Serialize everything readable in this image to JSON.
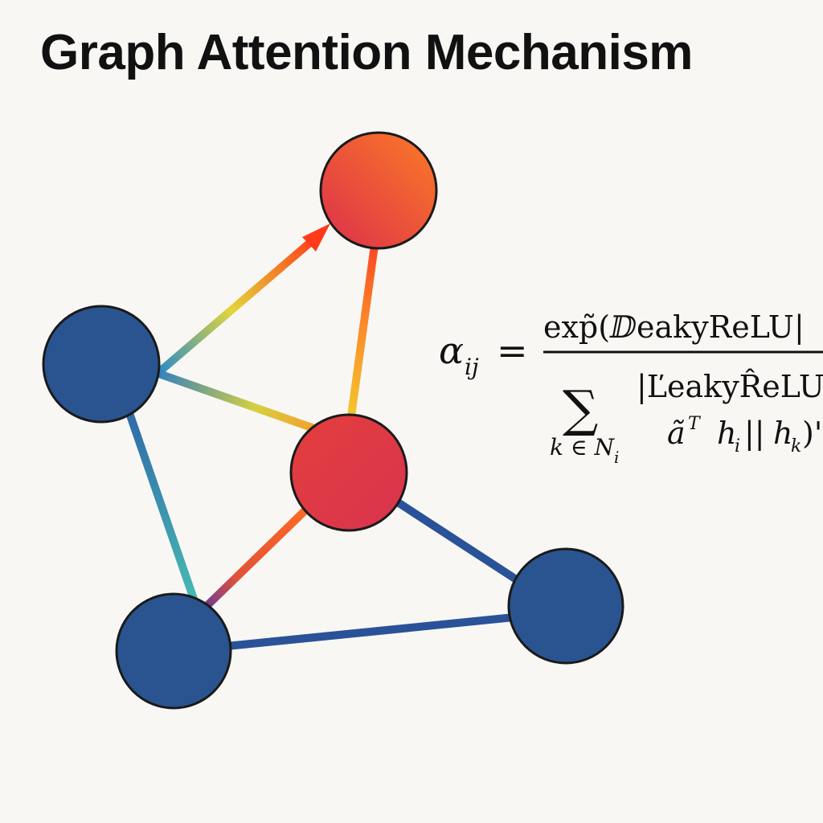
{
  "title": "Graph Attention Mechanism",
  "colors": {
    "background": "#f8f7f4",
    "node_blue": "#2a5490",
    "node_red": "#e03a45",
    "node_orange": "#f47a2d",
    "edge_blue": "#2a5298",
    "edge_teal": "#3fa7b8",
    "edge_yellow": "#e8d23a",
    "edge_orange": "#fa5a1e",
    "node_outline": "#1a1a1a"
  },
  "nodes": [
    {
      "id": "top",
      "kind": "attended",
      "color": "orange-red gradient"
    },
    {
      "id": "center",
      "kind": "attended",
      "color": "red"
    },
    {
      "id": "left",
      "kind": "neighbor",
      "color": "blue"
    },
    {
      "id": "bottom-left",
      "kind": "neighbor",
      "color": "blue"
    },
    {
      "id": "right",
      "kind": "neighbor",
      "color": "blue"
    }
  ],
  "edges": [
    {
      "from": "left",
      "to": "top",
      "directed": true,
      "style": "teal-yellow-red gradient"
    },
    {
      "from": "left",
      "to": "center",
      "directed": false,
      "style": "blue-yellow-orange gradient"
    },
    {
      "from": "left",
      "to": "bottom-left",
      "directed": false,
      "style": "blue-teal gradient"
    },
    {
      "from": "center",
      "to": "top",
      "directed": false,
      "style": "yellow-orange gradient"
    },
    {
      "from": "center",
      "to": "bottom-left",
      "directed": false,
      "style": "orange-purple gradient"
    },
    {
      "from": "center",
      "to": "right",
      "directed": false,
      "style": "blue"
    },
    {
      "from": "bottom-left",
      "to": "right",
      "directed": false,
      "style": "blue"
    }
  ],
  "formula": {
    "lhs_symbol": "α",
    "lhs_subscript": "ij",
    "equals": "=",
    "numerator": "exp̃(ⅅeakyReLU|",
    "sum_symbol": "∑",
    "sum_index": "k ∈ N",
    "sum_index_sub": "i",
    "denominator_line1": "|ĽeakyR̂eLU",
    "denominator_line2_a": "ã",
    "denominator_line2_sup": "T",
    "denominator_line2_h": "h",
    "denominator_line2_hsub": "i",
    "denominator_line2_mid": "||",
    "denominator_line2_h2": "h",
    "denominator_line2_h2sub": "k",
    "denominator_line2_end": ")'"
  }
}
